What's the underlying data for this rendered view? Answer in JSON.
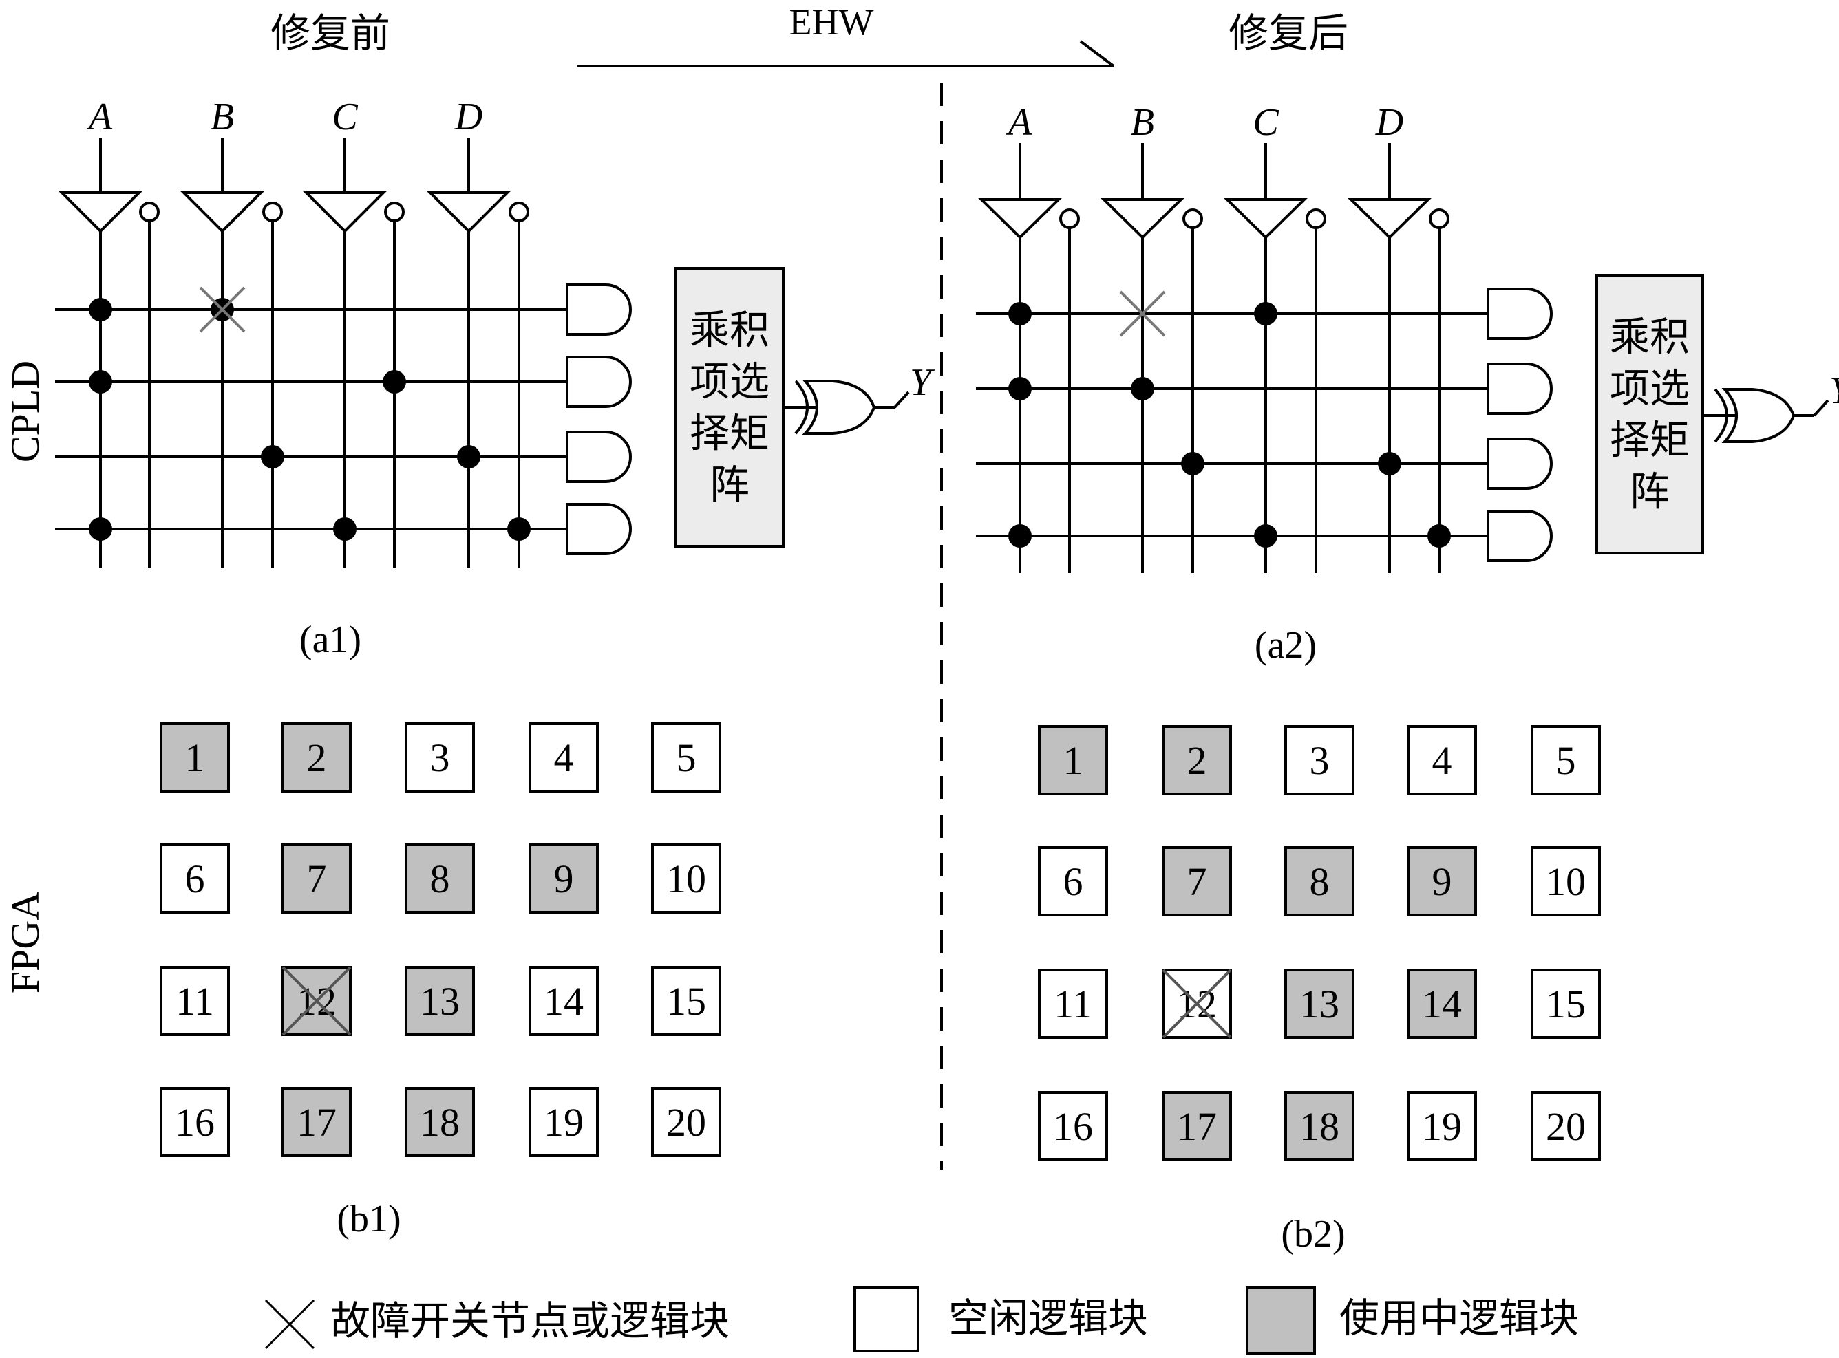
{
  "header": {
    "before_label": "修复前",
    "after_label": "修复后",
    "arrow_label": "EHW"
  },
  "rows": {
    "cpld_label": "CPLD",
    "fpga_label": "FPGA"
  },
  "cpld": {
    "inputs": [
      "A",
      "B",
      "C",
      "D"
    ],
    "matrix_label_lines": [
      "乘积",
      "项选",
      "择矩",
      "阵"
    ],
    "output_label": "Y",
    "before": {
      "caption": "(a1)",
      "connections": [
        {
          "row": 1,
          "lines": [
            1
          ]
        },
        {
          "row": 1,
          "lines": [
            3
          ],
          "faulty": true
        },
        {
          "row": 2,
          "lines": [
            1,
            6
          ]
        },
        {
          "row": 3,
          "lines": [
            4,
            7
          ]
        },
        {
          "row": 4,
          "lines": [
            1,
            5,
            8
          ]
        }
      ]
    },
    "after": {
      "caption": "(a2)",
      "connections": [
        {
          "row": 1,
          "lines": [
            1,
            5
          ]
        },
        {
          "row": 1,
          "lines": [
            3
          ],
          "faulty": true,
          "dot": false
        },
        {
          "row": 2,
          "lines": [
            1,
            3
          ]
        },
        {
          "row": 3,
          "lines": [
            4,
            7
          ]
        },
        {
          "row": 4,
          "lines": [
            1,
            5,
            8
          ]
        }
      ]
    }
  },
  "fpga": {
    "before": {
      "caption": "(b1)",
      "blocks": [
        {
          "n": "1",
          "state": "used"
        },
        {
          "n": "2",
          "state": "used"
        },
        {
          "n": "3",
          "state": "idle"
        },
        {
          "n": "4",
          "state": "idle"
        },
        {
          "n": "5",
          "state": "idle"
        },
        {
          "n": "6",
          "state": "idle"
        },
        {
          "n": "7",
          "state": "used"
        },
        {
          "n": "8",
          "state": "used"
        },
        {
          "n": "9",
          "state": "used"
        },
        {
          "n": "10",
          "state": "idle"
        },
        {
          "n": "11",
          "state": "idle"
        },
        {
          "n": "12",
          "state": "used",
          "faulty": true
        },
        {
          "n": "13",
          "state": "used"
        },
        {
          "n": "14",
          "state": "idle"
        },
        {
          "n": "15",
          "state": "idle"
        },
        {
          "n": "16",
          "state": "idle"
        },
        {
          "n": "17",
          "state": "used"
        },
        {
          "n": "18",
          "state": "used"
        },
        {
          "n": "19",
          "state": "idle"
        },
        {
          "n": "20",
          "state": "idle"
        }
      ]
    },
    "after": {
      "caption": "(b2)",
      "blocks": [
        {
          "n": "1",
          "state": "used"
        },
        {
          "n": "2",
          "state": "used"
        },
        {
          "n": "3",
          "state": "idle"
        },
        {
          "n": "4",
          "state": "idle"
        },
        {
          "n": "5",
          "state": "idle"
        },
        {
          "n": "6",
          "state": "idle"
        },
        {
          "n": "7",
          "state": "used"
        },
        {
          "n": "8",
          "state": "used"
        },
        {
          "n": "9",
          "state": "used"
        },
        {
          "n": "10",
          "state": "idle"
        },
        {
          "n": "11",
          "state": "idle"
        },
        {
          "n": "12",
          "state": "idle",
          "faulty": true
        },
        {
          "n": "13",
          "state": "used"
        },
        {
          "n": "14",
          "state": "used"
        },
        {
          "n": "15",
          "state": "idle"
        },
        {
          "n": "16",
          "state": "idle"
        },
        {
          "n": "17",
          "state": "used"
        },
        {
          "n": "18",
          "state": "used"
        },
        {
          "n": "19",
          "state": "idle"
        },
        {
          "n": "20",
          "state": "idle"
        }
      ]
    }
  },
  "legend": {
    "faulty_label": "故障开关节点或逻辑块",
    "idle_label": "空闲逻辑块",
    "used_label": "使用中逻辑块"
  },
  "colors": {
    "used_fill": "#c0c0c0",
    "idle_fill": "#ffffff",
    "matrix_fill": "#ececec",
    "line": "#000000"
  }
}
